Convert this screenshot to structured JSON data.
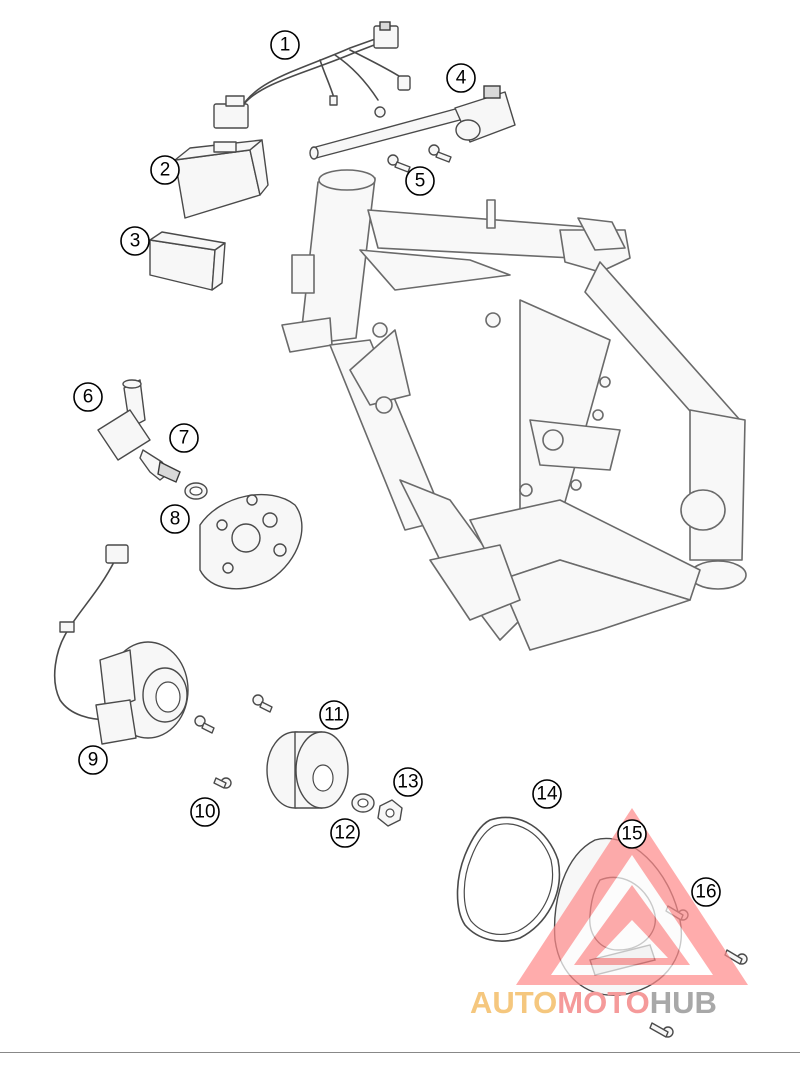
{
  "callouts": [
    {
      "label": "1"
    },
    {
      "label": "2"
    },
    {
      "label": "3"
    },
    {
      "label": "4"
    },
    {
      "label": "5"
    },
    {
      "label": "6"
    },
    {
      "label": "7"
    },
    {
      "label": "8"
    },
    {
      "label": "9"
    },
    {
      "label": "10"
    },
    {
      "label": "11"
    },
    {
      "label": "12"
    },
    {
      "label": "13"
    },
    {
      "label": "14"
    },
    {
      "label": "15"
    },
    {
      "label": "16"
    }
  ],
  "watermark": {
    "part1": "AUTO",
    "part2": "MOTO",
    "part3": "HUB",
    "color1": "#f5c77e",
    "color2": "#f59a9a",
    "color3": "#a8a8a8",
    "triangle_color": "#ff8a8a"
  }
}
